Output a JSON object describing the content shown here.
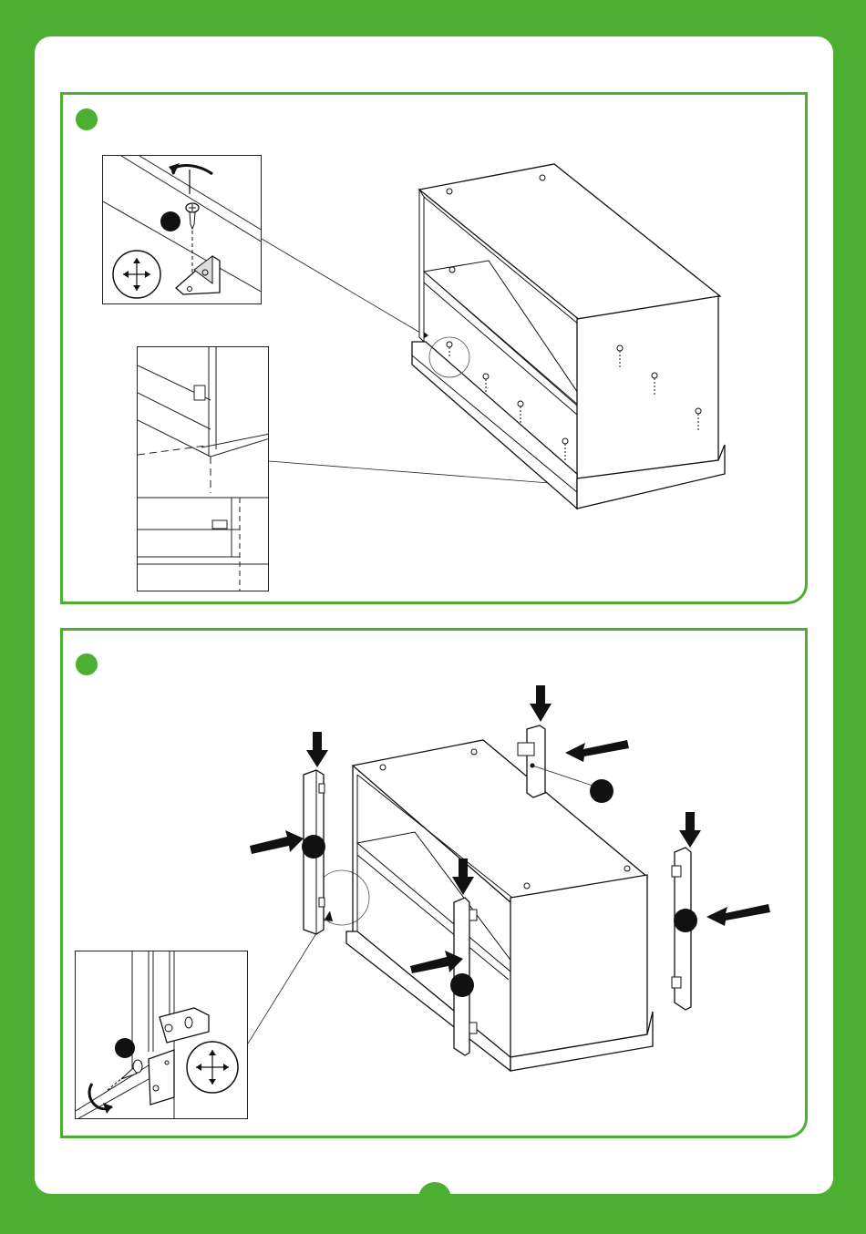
{
  "document": {
    "type": "assembly-instruction-page",
    "frame_color": "#4caf32",
    "steps": [
      {
        "id": "step-1",
        "badge_color": "#4caf32",
        "badge_text": ""
      },
      {
        "id": "step-2",
        "badge_color": "#4caf32",
        "badge_text": ""
      }
    ],
    "part_markers": {
      "color": "#111111",
      "labels": [
        "",
        "",
        "",
        "",
        "",
        ""
      ]
    },
    "icons": [
      "rotate-arrow-icon",
      "screw-icon",
      "corner-bracket-icon",
      "four-way-arrow-icon",
      "down-arrow-icon",
      "insert-arrow-icon"
    ],
    "page_number": ""
  }
}
